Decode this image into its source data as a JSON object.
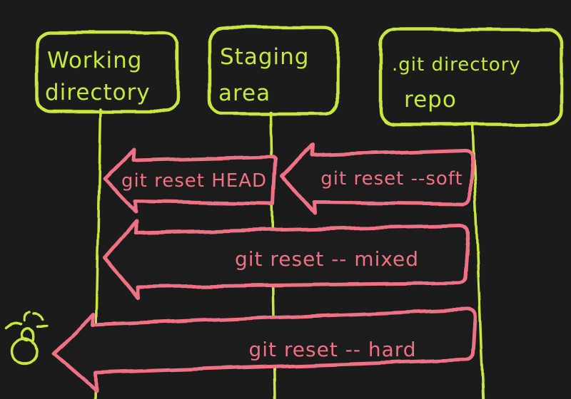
{
  "colors": {
    "background": "#1b1b1b",
    "green": "#c9e83c",
    "pink": "#ef7186"
  },
  "columns": [
    {
      "line1": "Working",
      "line2": "directory"
    },
    {
      "line1": "Staging",
      "line2": "area"
    },
    {
      "line1": ".git directory",
      "line2": "repo"
    }
  ],
  "arrows": [
    {
      "label": "git reset HEAD"
    },
    {
      "label": "git reset --soft"
    },
    {
      "label": "git reset -- mixed"
    },
    {
      "label": "git reset -- hard"
    }
  ],
  "icons": {
    "bomb": "bomb-with-lit-fuse"
  }
}
